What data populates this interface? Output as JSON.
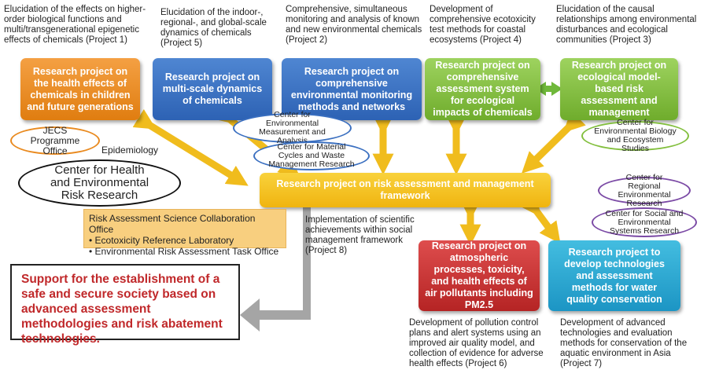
{
  "projects": {
    "p1": {
      "label": "Research project on the health effects of chemicals in children and future generations",
      "desc": "Elucidation of the effects on higher-order biological functions and multi/transgenerational epigenetic effects of chemicals (Project 1)"
    },
    "p5": {
      "label": "Research project on multi-scale dynamics of chemicals",
      "desc": "Elucidation of the indoor-, regional-, and global-scale dynamics of chemicals (Project 5)"
    },
    "p2": {
      "label": "Research project on comprehensive environmental monitoring methods and  networks",
      "desc": "Comprehensive, simultaneous monitoring and analysis of known and new environmental chemicals (Project 2)"
    },
    "p4": {
      "label": "Research project on comprehensive assessment system for ecological impacts of chemicals",
      "desc": "Development of comprehensive ecotoxicity test methods for coastal ecosystems (Project 4)"
    },
    "p3": {
      "label": "Research project on ecological model-based risk assessment and management",
      "desc": "Elucidation of the causal relationships among environmental disturbances and ecological communities (Project 3)"
    },
    "p8": {
      "label": "Research project on risk assessment and management framework",
      "desc": "Implementation of scientific achievements within social management framework (Project 8)"
    },
    "p6": {
      "label": "Research project on atmospheric processes, toxicity, and health effects of air pollutants including PM2.5",
      "desc": "Development of pollution control plans and alert systems using an improved air quality model, and collection of evidence for adverse health effects (Project 6)"
    },
    "p7": {
      "label": "Research project to develop technologies and assessment methods for water quality conservation",
      "desc": "Development of advanced technologies and evaluation methods for conservation of the aquatic environment in Asia (Project 7)"
    }
  },
  "centers": {
    "jecs": "JECS Programme Office",
    "health": "Center for Health and Environmental Risk Research",
    "emea": "Center for Environmental Measurement and Analysis",
    "mcwm": "Center for Material Cycles and Waste Management Research",
    "ebes": "Center for Environmental Biology and Ecosystem Studies",
    "regional": "Center for Regional Environmental Research",
    "social": "Center for Social and Environmental Systems Research"
  },
  "epidemiology": "Epidemiology",
  "office": {
    "title": "Risk Assessment Science Collaboration Office",
    "items": [
      "Ecotoxicity Reference Laboratory",
      "Environmental Risk Assessment Task Office"
    ]
  },
  "support": "Support for the establishment of a safe and secure society based on advanced assessment methodologies and risk abatement technologies.",
  "colors": {
    "orange": "#e98a1f",
    "blue": "#3a6fc0",
    "green": "#82bf3d",
    "red": "#c93232",
    "teal": "#2aa8d4",
    "yellow": "#f3c01d",
    "arrow_yellow": "#f0bc1d",
    "arrow_gray": "#9b9b9b",
    "support_text": "#c0282a",
    "jecs_border": "#e98a1f",
    "blue_border": "#3a6fc0",
    "green_border": "#82bf3d",
    "purple_border": "#7b4aa5"
  }
}
